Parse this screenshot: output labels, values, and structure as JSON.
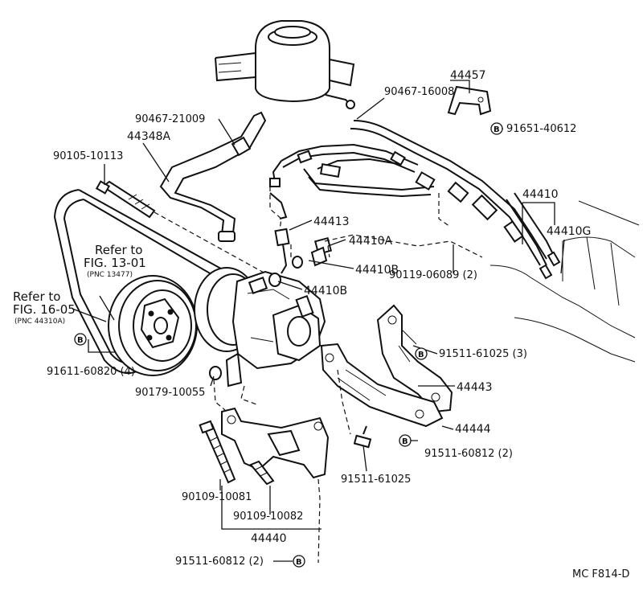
{
  "diagram": {
    "labels": {
      "p44457": "44457",
      "p90467_16008": "90467-16008",
      "p91651_40612": "91651-40612",
      "p90467_21009": "90467-21009",
      "p44348A": "44348A",
      "p90105_10113": "90105-10113",
      "p44410": "44410",
      "p44410G": "44410G",
      "p44413": "44413",
      "p44410A": "44410A",
      "p44410B_1": "44410B",
      "p44410B_2": "44410B",
      "p90119_06089": "90119-06089 (2)",
      "ref13_line1": "Refer to",
      "ref13_line2": "FIG. 13-01",
      "ref13_pnc": "(PNC 13477)",
      "ref16_line1": "Refer to",
      "ref16_line2": "FIG. 16-05",
      "ref16_pnc": "(PNC 44310A)",
      "p91511_61025_3": "91511-61025 (3)",
      "p44443": "44443",
      "p44444": "44444",
      "p91611_60820": "91611-60820 (4)",
      "p90179_10055": "90179-10055",
      "p91511_60812_2a": "91511-60812 (2)",
      "p91511_61025": "91511-61025",
      "p90109_10081": "90109-10081",
      "p90109_10082": "90109-10082",
      "p44440": "44440",
      "p91511_60812_2b": "91511-60812 (2)",
      "fig_code": "MC F814-D"
    },
    "badge": "B"
  }
}
